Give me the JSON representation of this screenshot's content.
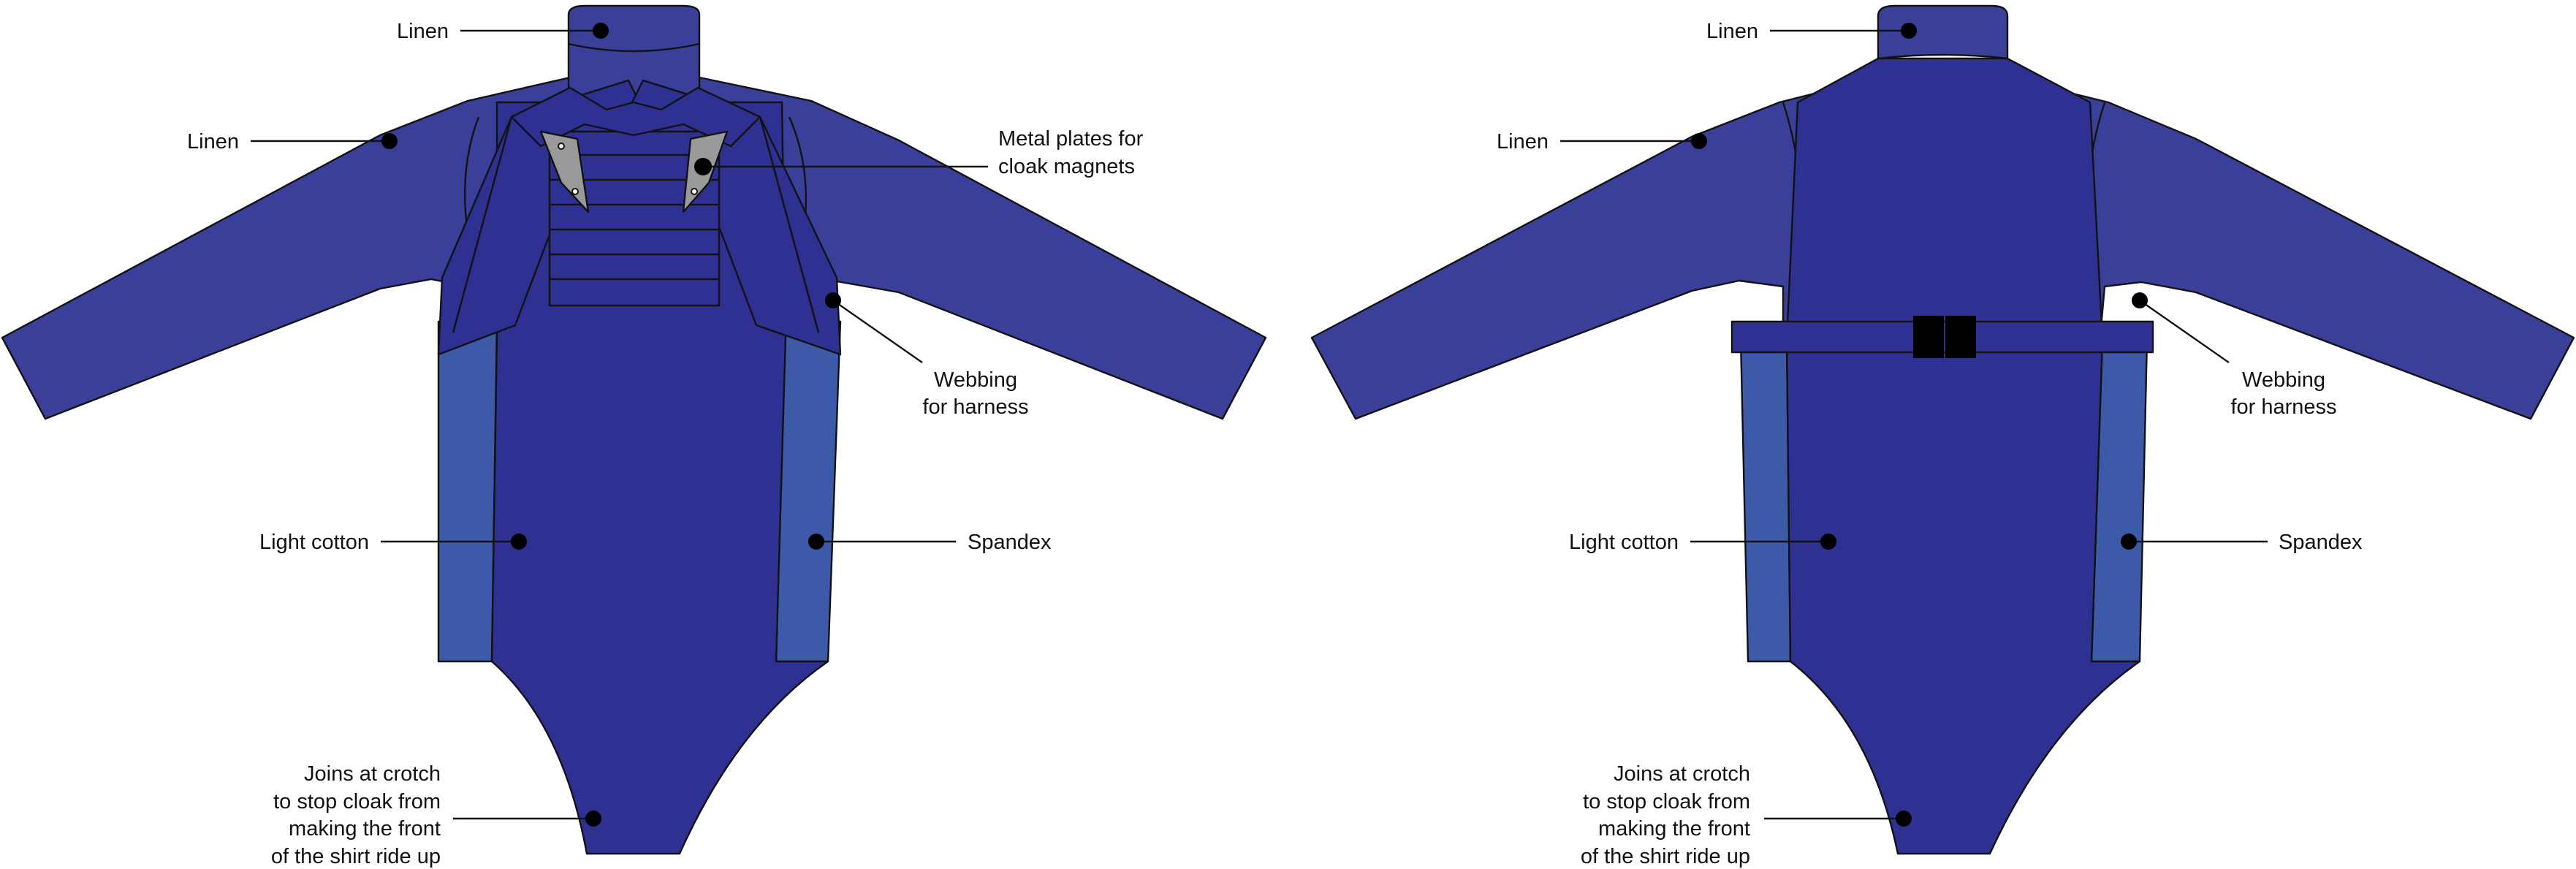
{
  "colors": {
    "body_main": "#2e3192",
    "sleeve_linen": "#3a3f99",
    "spandex_panel": "#3c5aa8",
    "metal_plate": "#9a9a9a",
    "buckle": "#000000",
    "outline": "#121212"
  },
  "front_view": {
    "labels": {
      "collar_linen": "Linen",
      "sleeve_linen": "Linen",
      "metal_plates": [
        "Metal plates for",
        "cloak magnets"
      ],
      "webbing": [
        "Webbing",
        "for harness"
      ],
      "light_cotton": "Light cotton",
      "spandex": "Spandex",
      "crotch": [
        "Joins at crotch",
        "to stop cloak from",
        "making the front",
        "of the shirt ride up"
      ]
    }
  },
  "back_view": {
    "labels": {
      "collar_linen": "Linen",
      "sleeve_linen": "Linen",
      "webbing": [
        "Webbing",
        "for harness"
      ],
      "light_cotton": "Light cotton",
      "spandex": "Spandex",
      "crotch": [
        "Joins at crotch",
        "to stop cloak from",
        "making the front",
        "of the shirt ride up"
      ]
    }
  }
}
